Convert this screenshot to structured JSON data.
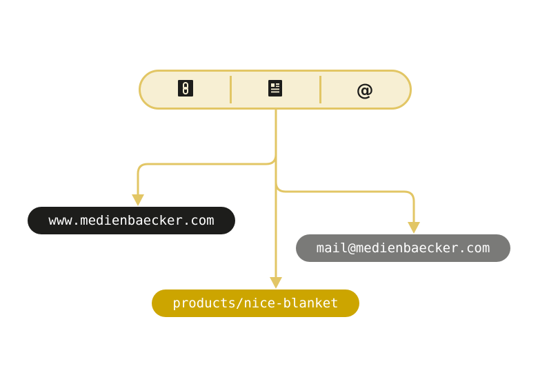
{
  "toolbar": {
    "segments": [
      {
        "icon": "link-icon"
      },
      {
        "icon": "document-icon"
      },
      {
        "icon": "at-sign-icon",
        "glyph": "@"
      }
    ]
  },
  "nodes": {
    "domain": "www.medienbaecker.com",
    "email": "mail@medienbaecker.com",
    "path": "products/nice-blanket"
  },
  "colors": {
    "connector": "#e2c665",
    "toolbar_fill": "#f7efd3",
    "domain_fill": "#1d1d1b",
    "email_fill": "#7a7a78",
    "path_fill": "#cca500"
  }
}
